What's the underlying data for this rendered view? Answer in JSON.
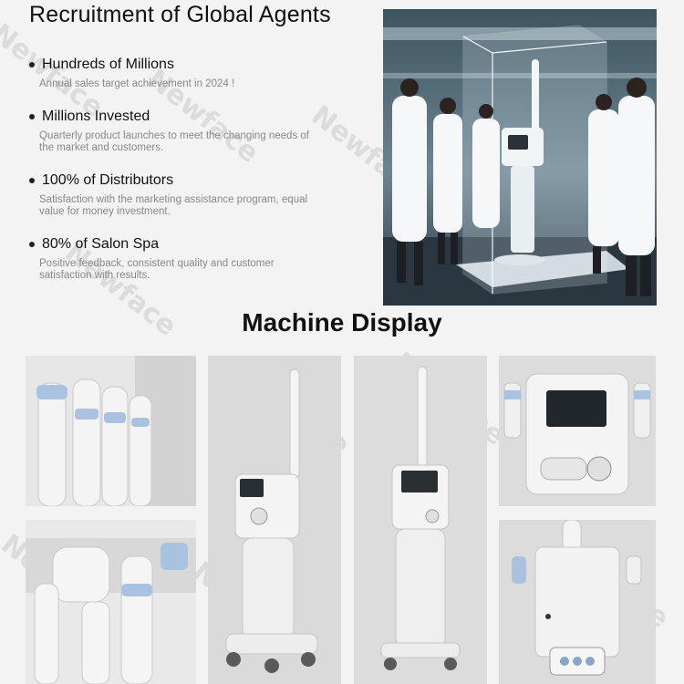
{
  "header": {
    "title": "Recruitment of Global Agents"
  },
  "stats": [
    {
      "title": "Hundreds of Millions",
      "description": "Annual sales target achievement in 2024 !"
    },
    {
      "title": "Millions Invested",
      "description": "Quarterly product launches to meet the changing needs of the market and customers."
    },
    {
      "title": "100% of Distributors",
      "description": "Satisfaction with the marketing assistance program, equal value for money investment."
    },
    {
      "title": "80% of Salon Spa",
      "description": "Positive feedback, consistent quality and customer satisfaction with results."
    }
  ],
  "display": {
    "title": "Machine Display"
  },
  "watermark": {
    "text": "Newface"
  },
  "colors": {
    "text": "#111111",
    "muted": "#888888",
    "background": "#f3f3f3",
    "accent_blue": "#9fb9d6"
  }
}
